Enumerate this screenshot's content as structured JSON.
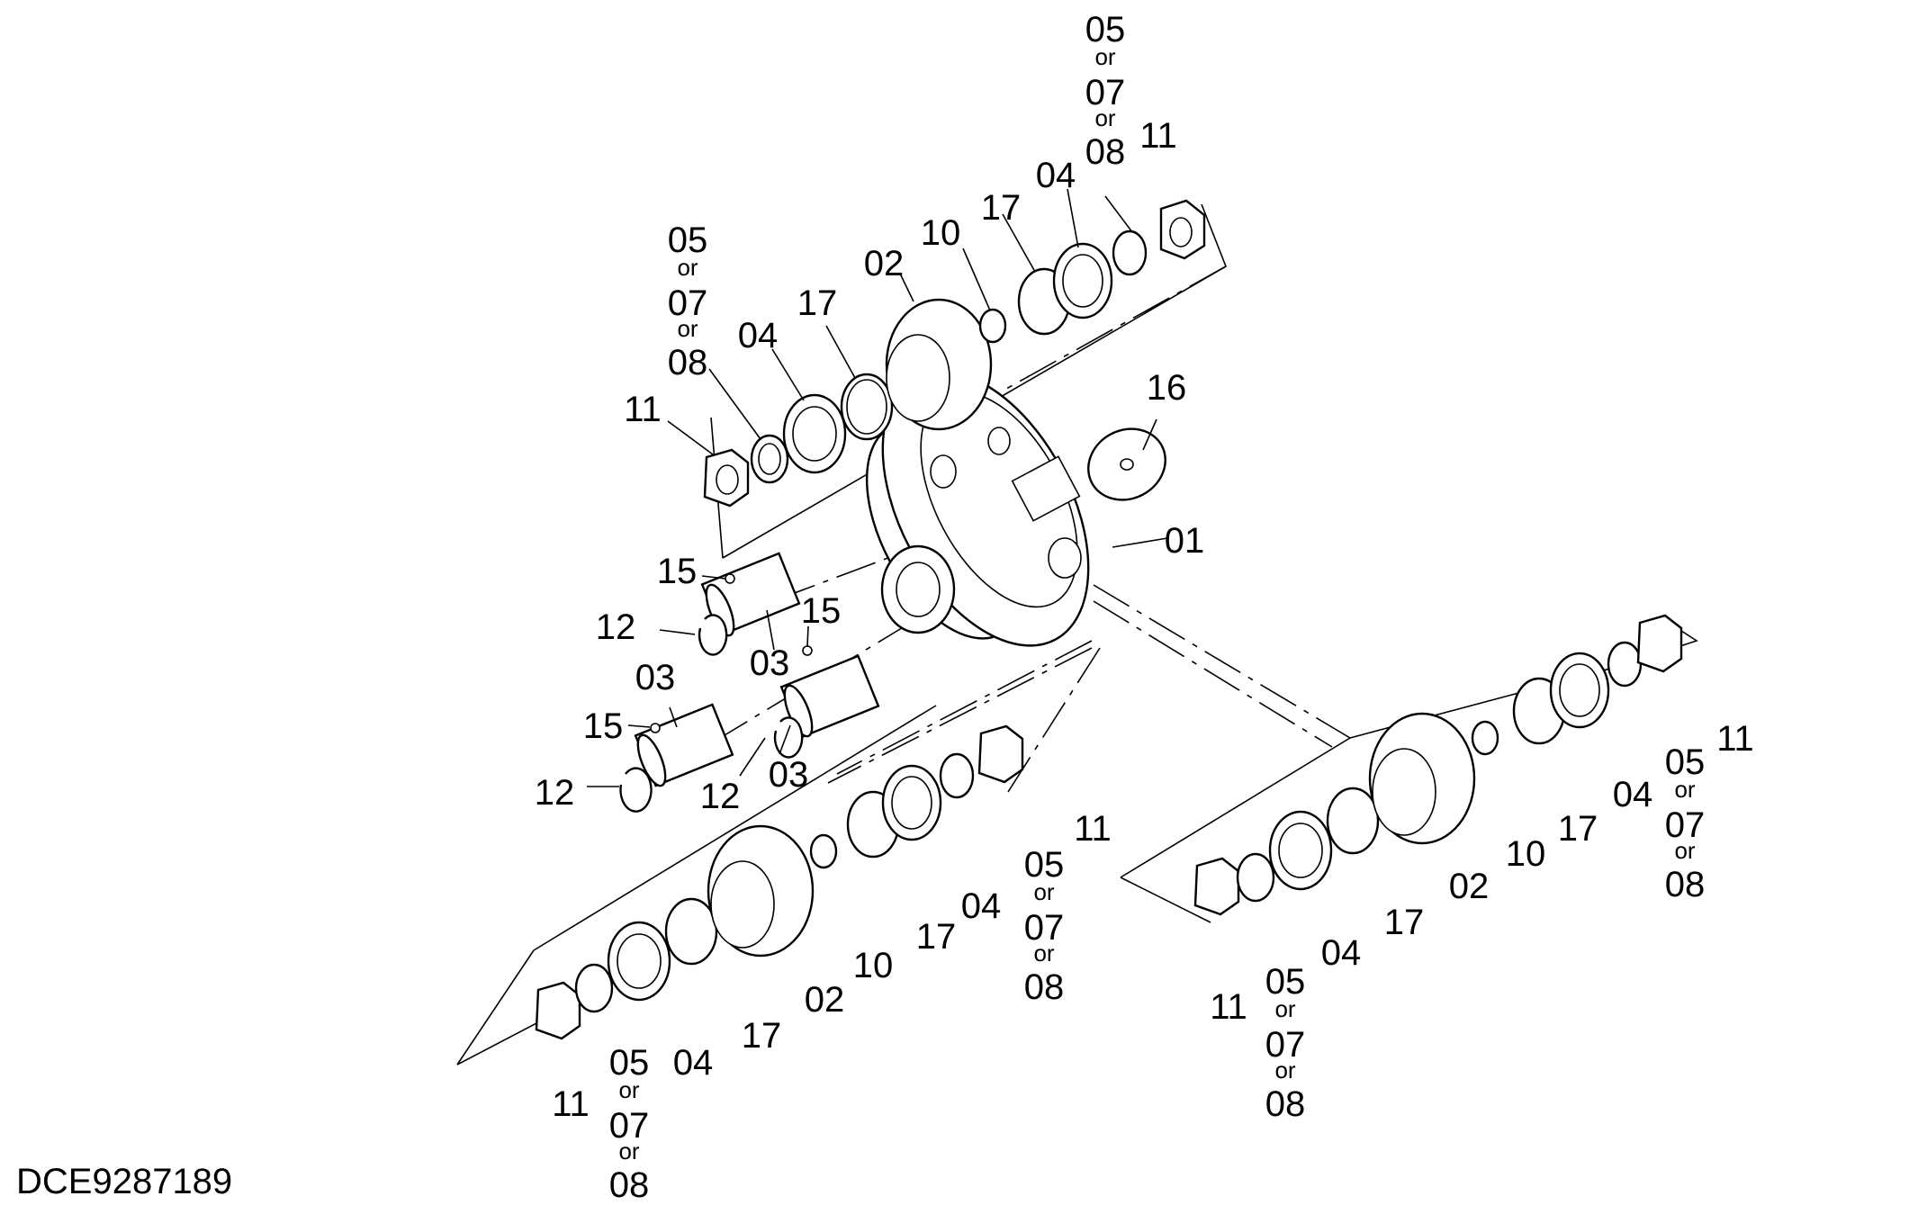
{
  "drawing_code": "DCE9287189",
  "callouts": {
    "c01": "01",
    "c02": "02",
    "c03": "03",
    "c04": "04",
    "c10": "10",
    "c11": "11",
    "c12": "12",
    "c15": "15",
    "c16": "16",
    "c17": "17"
  },
  "alt_group": {
    "a": "05",
    "or": "or",
    "b": "07",
    "c": "08"
  }
}
